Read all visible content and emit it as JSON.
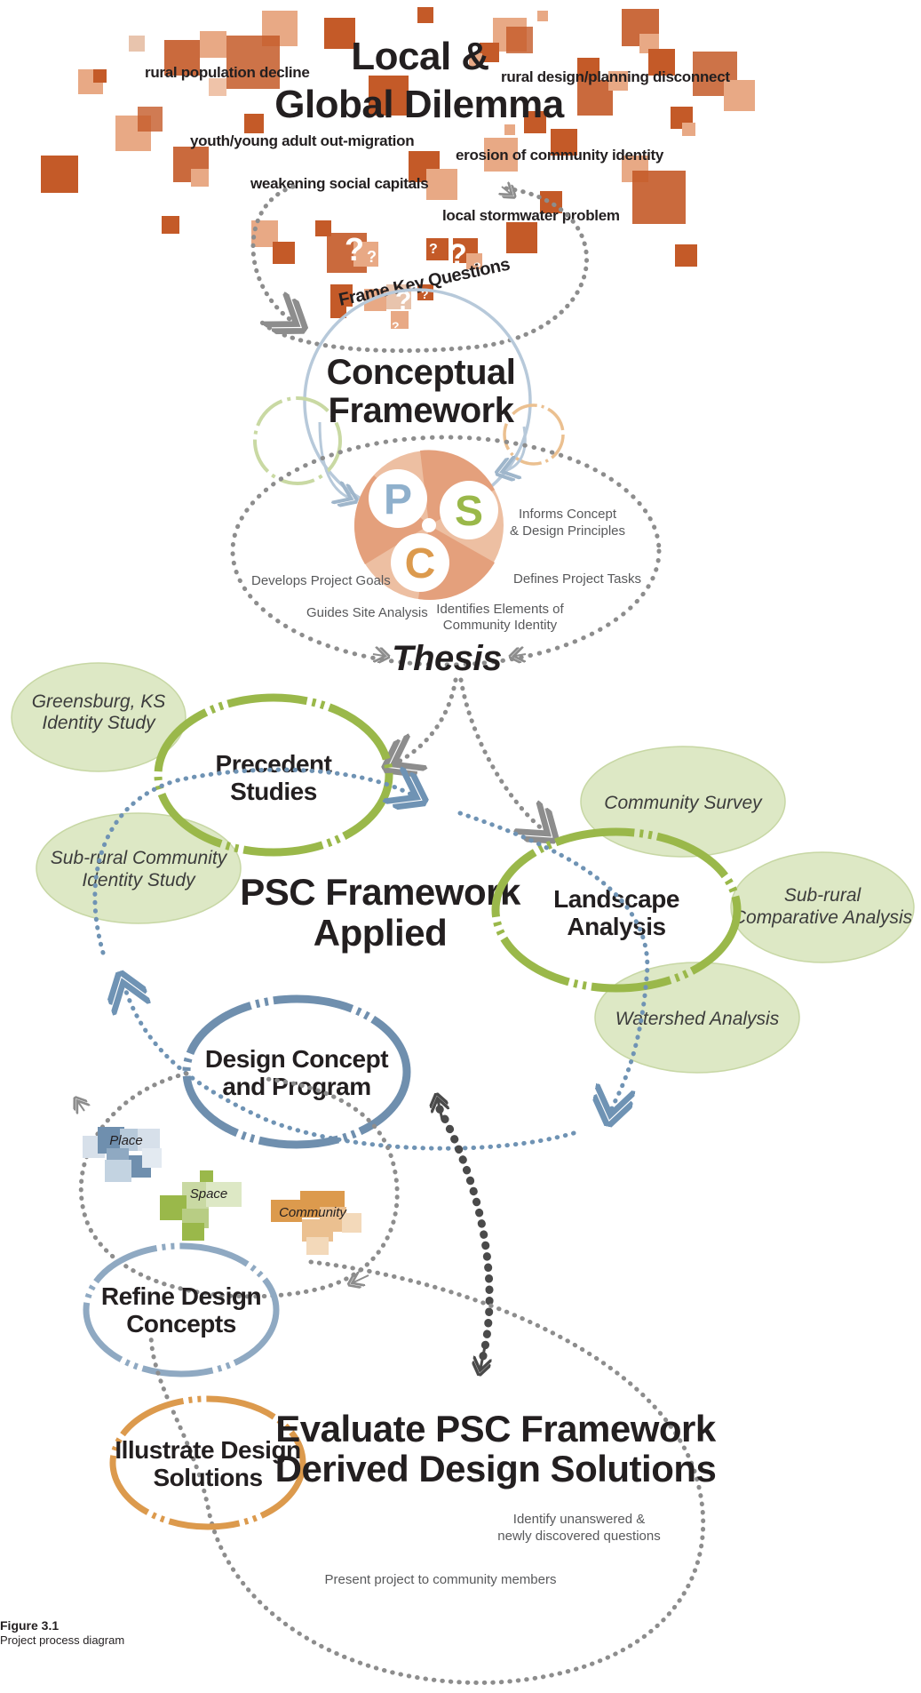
{
  "title": {
    "line1": "Local &",
    "line2": "Global Dilemma"
  },
  "issues": {
    "rural_population_decline": "rural population decline",
    "rural_design_disconnect": "rural design/planning disconnect",
    "youth_out_migration": "youth/young adult out-migration",
    "erosion_identity": "erosion of community identity",
    "weakening_social_capitals": "weakening social capitals",
    "local_stormwater": "local stormwater problem"
  },
  "frame_key_questions": "Frame Key Questions",
  "question_mark": "?",
  "conceptual_framework": {
    "line1": "Conceptual",
    "line2": "Framework"
  },
  "psc": {
    "p": "P",
    "s": "S",
    "c": "C"
  },
  "psc_notes": {
    "informs_line1": "Informs Concept",
    "informs_line2": "& Design Principles",
    "develops_goals": "Develops Project Goals",
    "defines_tasks": "Defines Project Tasks",
    "guides_site": "Guides Site Analysis",
    "identifies_line1": "Identifies Elements of",
    "identifies_line2": "Community Identity"
  },
  "thesis": "Thesis",
  "precedent": {
    "line1": "Precedent",
    "line2": "Studies",
    "greensburg_line1": "Greensburg, KS",
    "greensburg_line2": "Identity Study",
    "subrural_line1": "Sub-rural Community",
    "subrural_line2": "Identity Study"
  },
  "psc_applied": {
    "line1": "PSC Framework",
    "line2": "Applied"
  },
  "landscape": {
    "line1": "Landscape",
    "line2": "Analysis",
    "community_survey": "Community Survey",
    "comparative_line1": "Sub-rural",
    "comparative_line2": "Comparative Analysis",
    "watershed": "Watershed Analysis"
  },
  "design_concept": {
    "line1": "Design Concept",
    "line2": "and Program"
  },
  "place_space_community": {
    "place": "Place",
    "space": "Space",
    "community": "Community"
  },
  "refine": {
    "line1": "Refine Design",
    "line2": "Concepts"
  },
  "illustrate": {
    "line1": "Illustrate Design",
    "line2": "Solutions"
  },
  "evaluate": {
    "line1": "Evaluate PSC Framework",
    "line2": "Derived Design Solutions",
    "identify_line1": "Identify unanswered &",
    "identify_line2": "newly discovered questions",
    "present": "Present project to community members"
  },
  "caption": {
    "title": "Figure 3.1",
    "subtitle": "Project process diagram"
  },
  "colors": {
    "rust": "#c45a28",
    "rust_light": "#e8a985",
    "green": "#9ab84a",
    "green_fill": "#dde8c5",
    "steel_blue": "#6f8fae",
    "light_blue": "#b7c9da",
    "orange": "#dc9a4d",
    "gray_dots": "#8d8d8d",
    "blue_dots": "#6f93b4",
    "dark": "#231f20"
  }
}
